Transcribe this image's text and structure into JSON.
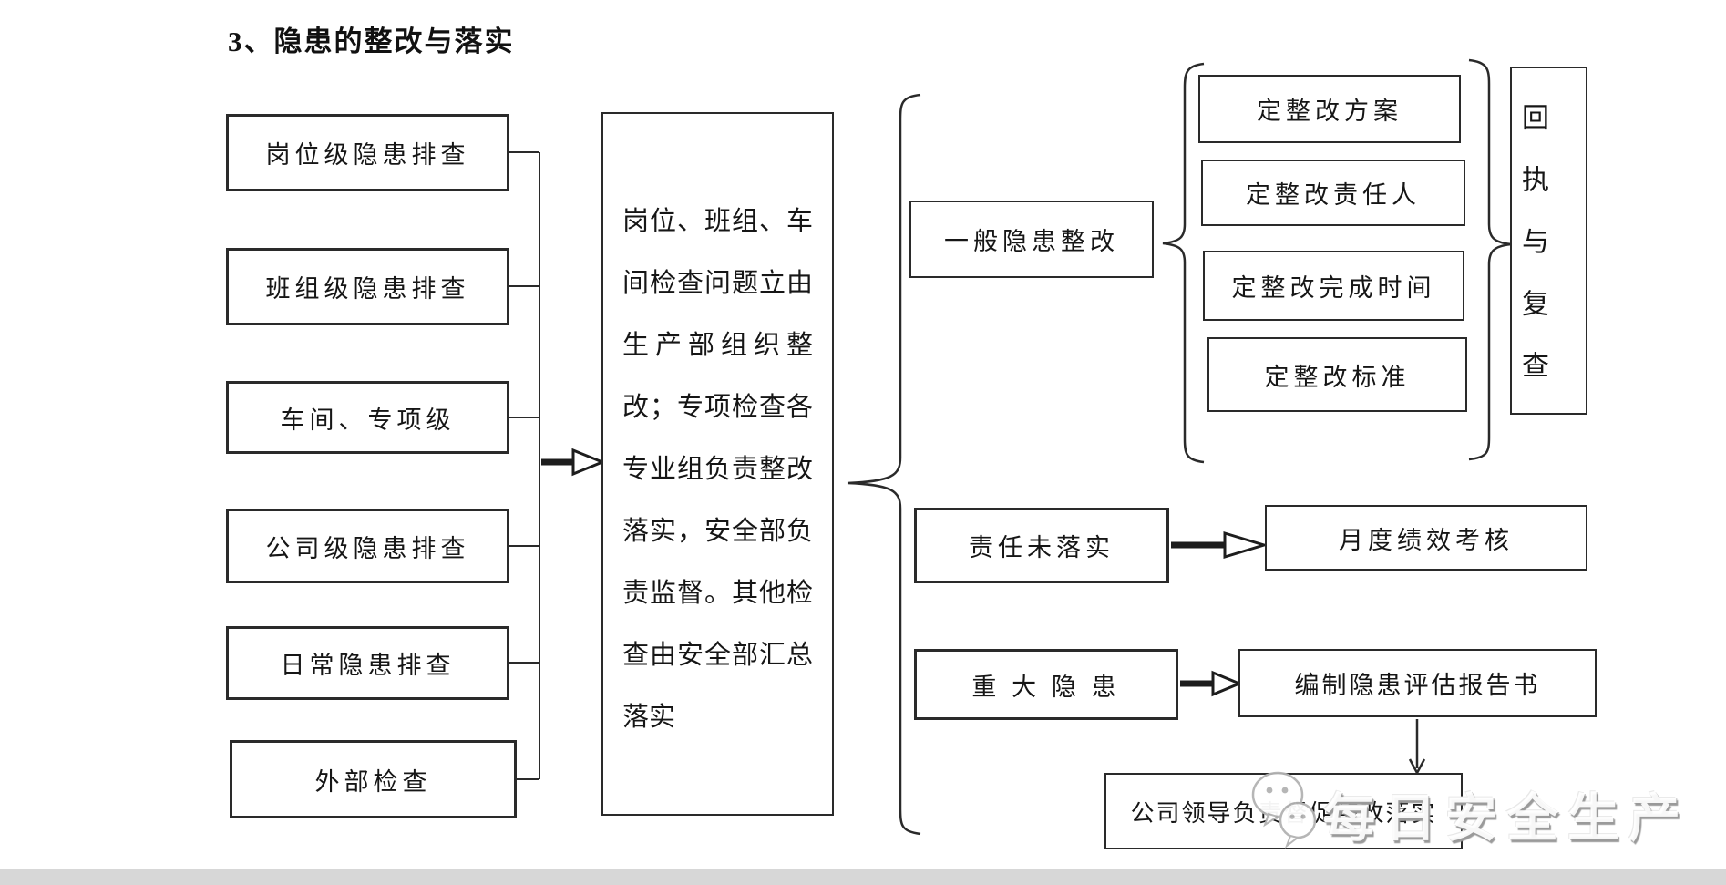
{
  "title": "3、隐患的整改与落实",
  "left_column": {
    "boxes": [
      "岗位级隐患排查",
      "班组级隐患排查",
      "车间、专项级",
      "公司级隐患排查",
      "日常隐患排查",
      "外部检查"
    ]
  },
  "center_box": {
    "lines": [
      "岗位、班组、车",
      "间检查问题立由",
      "生产部组织整",
      "改；专项检查各",
      "专业组负责整改",
      "落实，安全部负",
      "责监督。其他检",
      "查由安全部汇总",
      "落实"
    ]
  },
  "branch_general": {
    "label": "一般隐患整改",
    "steps": [
      "定整改方案",
      "定整改责任人",
      "定整改完成时间",
      "定整改标准"
    ],
    "result": "回执与复查"
  },
  "branch_unfulfilled": {
    "label": "责任未落实",
    "result": "月度绩效考核"
  },
  "branch_major": {
    "label": "重 大 隐 患",
    "report": "编制隐患评估报告书",
    "followup": "公司领导负责督促整改落实"
  },
  "watermark": {
    "text": "每日安全生产",
    "icon": "wechat-icon"
  },
  "colors": {
    "line": "#2a2a2a",
    "background": "#ffffff",
    "bottom_bar": "#d7d7d7"
  }
}
